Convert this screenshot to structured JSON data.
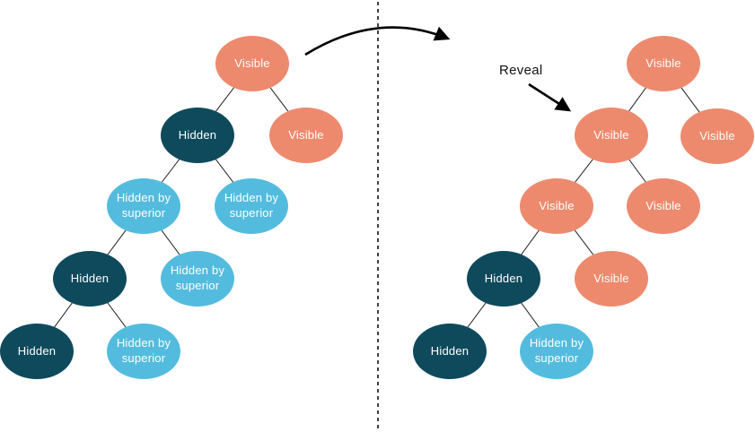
{
  "colors": {
    "visible": "#ED8A6E",
    "hidden": "#0E4A5C",
    "hidden_by_superior": "#53BCDE",
    "node_text": "#FFFFFF",
    "line": "#1B1B1B",
    "arrow": "#000000"
  },
  "annotation": {
    "reveal_label": "Reveal"
  },
  "trees": {
    "edges_by_index": [
      [
        0,
        1
      ],
      [
        0,
        2
      ],
      [
        1,
        3
      ],
      [
        1,
        4
      ],
      [
        3,
        5
      ],
      [
        3,
        6
      ],
      [
        5,
        7
      ],
      [
        5,
        8
      ]
    ],
    "left": {
      "nodes": [
        {
          "label": "Visible",
          "state": "visible"
        },
        {
          "label": "Hidden",
          "state": "hidden"
        },
        {
          "label": "Visible",
          "state": "visible"
        },
        {
          "label": "Hidden by superior",
          "state": "hidden_by_superior"
        },
        {
          "label": "Hidden by superior",
          "state": "hidden_by_superior"
        },
        {
          "label": "Hidden",
          "state": "hidden"
        },
        {
          "label": "Hidden by superior",
          "state": "hidden_by_superior"
        },
        {
          "label": "Hidden",
          "state": "hidden"
        },
        {
          "label": "Hidden by superior",
          "state": "hidden_by_superior"
        }
      ]
    },
    "right": {
      "nodes": [
        {
          "label": "Visible",
          "state": "visible"
        },
        {
          "label": "Visible",
          "state": "visible"
        },
        {
          "label": "Visible",
          "state": "visible"
        },
        {
          "label": "Visible",
          "state": "visible"
        },
        {
          "label": "Visible",
          "state": "visible"
        },
        {
          "label": "Hidden",
          "state": "hidden"
        },
        {
          "label": "Visible",
          "state": "visible"
        },
        {
          "label": "Hidden",
          "state": "hidden"
        },
        {
          "label": "Hidden by superior",
          "state": "hidden_by_superior"
        }
      ]
    }
  }
}
